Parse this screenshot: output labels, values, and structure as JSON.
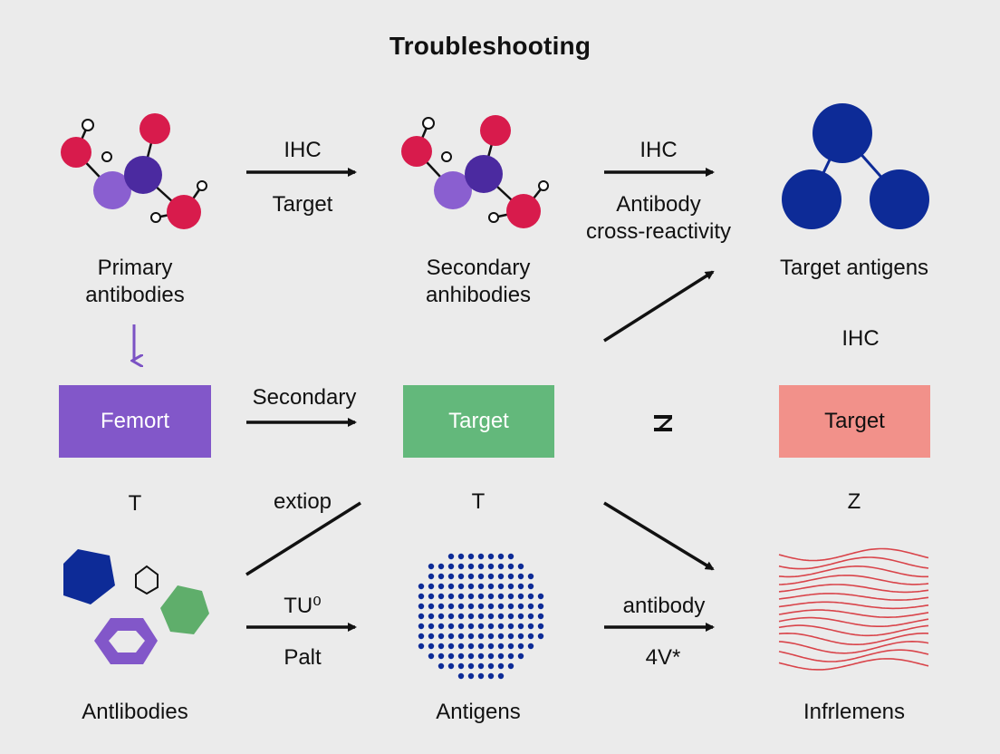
{
  "title": "Troubleshooting",
  "colors": {
    "background": "#ebebeb",
    "red_atom": "#d81b4c",
    "purple_atom": "#7b52c4",
    "dark_purple_atom": "#4b2aa0",
    "navy": "#0d2b97",
    "box_purple": "#8257c9",
    "box_green": "#63b87b",
    "box_salmon": "#f2918a",
    "wave_red": "#d9444a",
    "hex_green": "#5fae6b"
  },
  "nodes": {
    "primary": "Primary\nantibodies",
    "secondary": "Secondary\nanhibodies",
    "target_antigens": "Target antigens",
    "antlibodies": "Antlibodies",
    "antigens": "Antigens",
    "infrlemens": "Infrlemens"
  },
  "boxes": {
    "femort": "Femort",
    "target_green": "Target",
    "target_salmon": "Target"
  },
  "edge_labels": {
    "r1_a_top": "IHC",
    "r1_a_bottom": "Target",
    "r1_b_top": "IHC",
    "r1_b_bottom": "Antibody\ncross-reactivity",
    "ihc_right": "IHC",
    "secondary": "Secondary",
    "z_mark": "Z",
    "t_left": "T",
    "extiop": "extiop",
    "t_mid": "T",
    "z_right": "Z",
    "tu": "TU⁰",
    "palt": "Palt",
    "antibody": "antibody",
    "four_v": "4V*"
  }
}
